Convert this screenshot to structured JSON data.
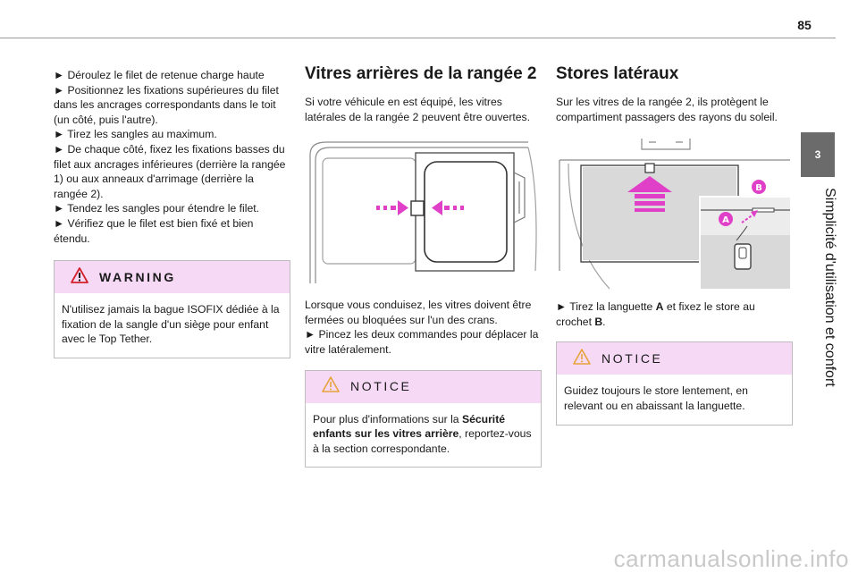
{
  "page": {
    "number": "85"
  },
  "side_tab": {
    "chapter_number": "3",
    "chapter_title": "Simplicité d'utilisation et confort"
  },
  "col1": {
    "items": [
      "► Déroulez le filet de retenue charge haute",
      "► Positionnez les fixations supérieures du filet dans les ancrages correspondants dans le toit (un côté, puis l'autre).",
      "► Tirez les sangles au maximum.",
      "► De chaque côté, fixez les fixations basses du filet aux ancrages inférieures (derrière la rangée 1) ou aux anneaux d'arrimage (derrière la rangée 2).",
      "► Tendez les sangles pour étendre le filet.",
      "► Vérifiez que le filet est bien fixé et bien étendu."
    ],
    "warning": {
      "title": "WARNING",
      "text": "N'utilisez jamais la bague ISOFIX dédiée à la fixation de la sangle d'un siège pour enfant avec le Top Tether."
    }
  },
  "col2": {
    "heading": "Vitres arrières de la rangée 2",
    "intro": "Si votre véhicule en est équipé, les vitres latérales de la rangée 2 peuvent être ouvertes.",
    "p1": "Lorsque vous conduisez, les vitres doivent être fermées ou bloquées sur l'un des crans.",
    "p2": "► Pincez les deux commandes pour déplacer la vitre latéralement.",
    "notice": {
      "title": "NOTICE",
      "text_before": "Pour plus d'informations sur la ",
      "text_bold": "Sécurité enfants sur les vitres arrière",
      "text_after": ", reportez-vous à la section correspondante."
    }
  },
  "col3": {
    "heading": "Stores latéraux",
    "intro": "Sur les vitres de la rangée 2, ils protègent le compartiment passagers des rayons du soleil.",
    "instr_before": "► Tirez la languette ",
    "instr_a": "A",
    "instr_mid": " et fixez le store au crochet ",
    "instr_b": "B",
    "instr_end": ".",
    "notice": {
      "title": "NOTICE",
      "text": "Guidez toujours le store lentement, en relevant ou en abaissant la languette."
    },
    "figure_labels": {
      "a": "A",
      "b": "B"
    }
  },
  "colors": {
    "accent": "#e040c8",
    "notice_bg": "#f5d9f5",
    "tab_bg": "#6b6b6b"
  },
  "watermark": "carmanualsonline.info"
}
